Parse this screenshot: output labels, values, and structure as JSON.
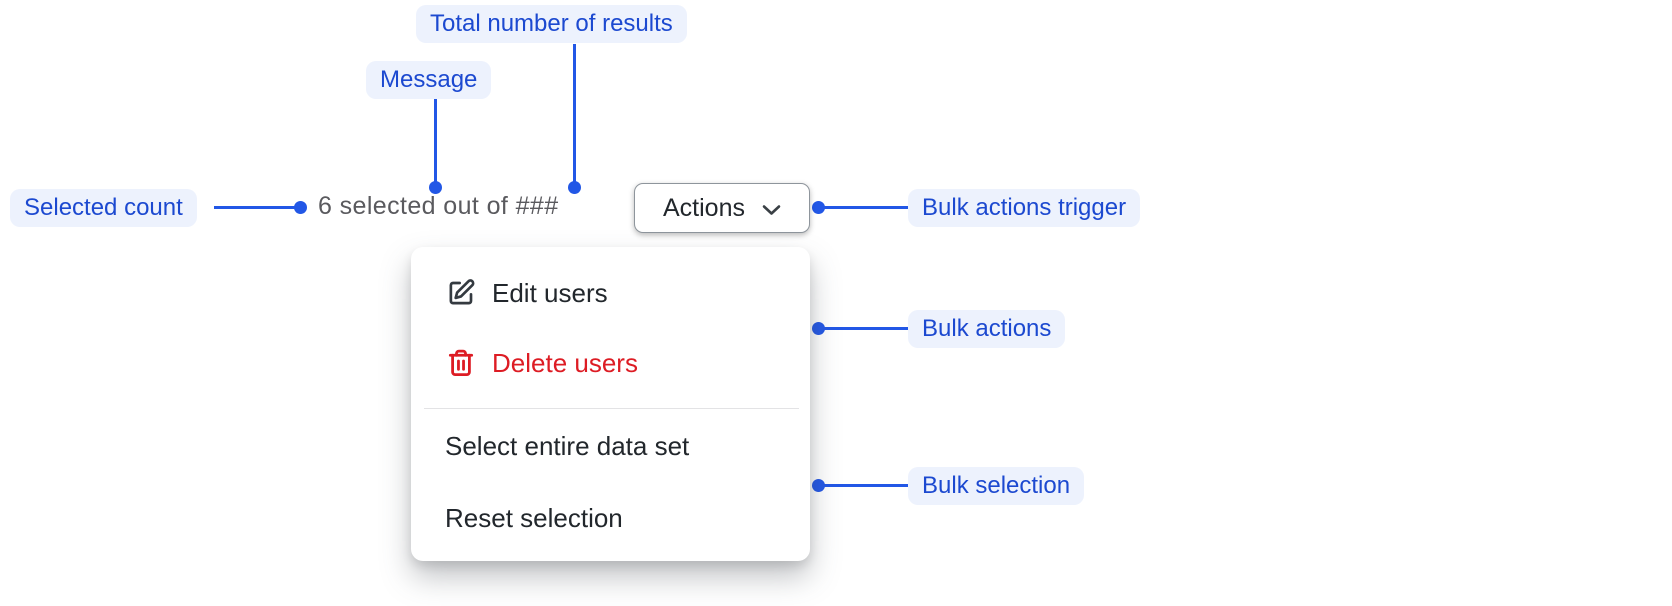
{
  "colors": {
    "annotation_bg": "#edf2fd",
    "annotation_text": "#1c49d0",
    "connector_blue": "#2257e6",
    "muted_message_text": "#5a5a5e",
    "menu_text": "#22272c",
    "danger_red": "#dd1c24",
    "button_border": "#8e959c",
    "divider": "#e3e3e5",
    "surface": "#ffffff"
  },
  "annotations": {
    "selected_count": {
      "label": "Selected count"
    },
    "message": {
      "label": "Message"
    },
    "total_results": {
      "label": "Total number of results"
    },
    "bulk_actions_trigger": {
      "label": "Bulk actions trigger"
    },
    "bulk_actions": {
      "label": "Bulk actions"
    },
    "bulk_selection": {
      "label": "Bulk selection"
    }
  },
  "toolbar": {
    "selection_message": "6 selected out of ###",
    "actions_button": {
      "label": "Actions",
      "icon": "chevron-down-icon"
    }
  },
  "menu": {
    "items": [
      {
        "label": "Edit users",
        "icon": "edit-icon",
        "danger": false
      },
      {
        "label": "Delete users",
        "icon": "trash-icon",
        "danger": true
      },
      {
        "label": "Select entire data set",
        "icon": null,
        "danger": false
      },
      {
        "label": "Reset selection",
        "icon": null,
        "danger": false
      }
    ]
  }
}
